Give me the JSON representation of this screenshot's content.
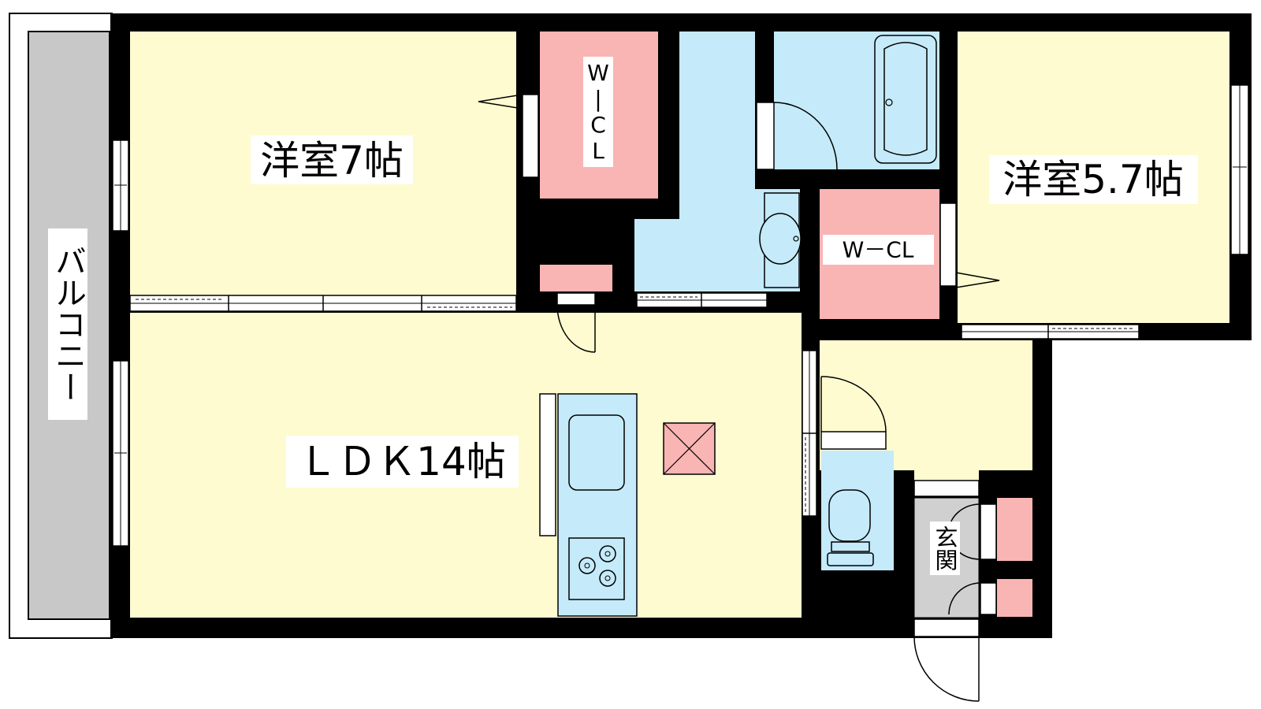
{
  "labels": {
    "room_west": "洋室7帖",
    "room_east": "洋室5.7帖",
    "ldk": "ＬＤＫ14帖",
    "balcony": "バルコニー",
    "wcl_west": "W|CL",
    "wcl_east": "W－CL",
    "entrance": "玄関"
  },
  "colors": {
    "wall": "#000000",
    "room": "#fefbd0",
    "closet": "#f9b4b4",
    "water": "#c5eafa",
    "balcony": "#c8c8c8",
    "entrance": "#d0d0d0"
  }
}
